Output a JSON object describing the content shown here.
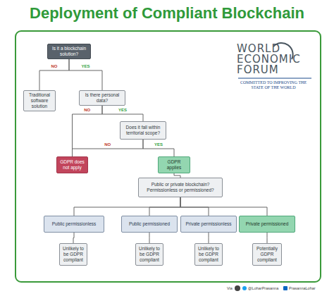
{
  "diagram": {
    "title": "Deployment of Compliant Blockchain",
    "nodes": [
      {
        "text": [
          "Is it a blockchain solution?"
        ]
      },
      {
        "text": [
          "Traditional software solution"
        ]
      },
      {
        "text": [
          "Is there personal data?"
        ]
      },
      {
        "text": [
          "Does it fall within territorial scope?"
        ]
      },
      {
        "text": [
          "GDPR does not apply"
        ]
      },
      {
        "text": [
          "GDPR applies"
        ]
      },
      {
        "text": [
          "Public or private blockchain? Permissionless or permissioned?"
        ]
      },
      {
        "text": [
          "Public permissionless"
        ]
      },
      {
        "text": [
          "Public permissioned"
        ]
      },
      {
        "text": [
          "Private permissionless"
        ]
      },
      {
        "text": [
          "Private permissioned"
        ]
      },
      {
        "text": [
          "Unlikely to be GDPR compliant"
        ]
      },
      {
        "text": [
          "Unlikely to be GDPR compliant"
        ]
      },
      {
        "text": [
          "Unlikely to be GDPR compliant"
        ]
      },
      {
        "text": [
          "Potentially GDPR compliant"
        ]
      }
    ],
    "edges": [
      {
        "from": 0,
        "to": 1,
        "label": "NO",
        "arrow": "none"
      },
      {
        "from": 0,
        "to": 2,
        "label": "YES",
        "arrow": "none"
      },
      {
        "from": 2,
        "to": 4,
        "label": "NO",
        "arrow": "none"
      },
      {
        "from": 2,
        "to": 3,
        "label": "YES",
        "arrow": "none"
      },
      {
        "from": 3,
        "to": 4,
        "label": "NO",
        "arrow": "none"
      },
      {
        "from": 3,
        "to": 5,
        "label": "YES",
        "arrow": "none"
      },
      {
        "from": 5,
        "to": 6,
        "arrow": "none"
      },
      {
        "from": 6,
        "to": 7,
        "arrow": "none"
      },
      {
        "from": 6,
        "to": 8,
        "arrow": "none"
      },
      {
        "from": 6,
        "to": 9,
        "arrow": "none"
      },
      {
        "from": 6,
        "to": 10,
        "arrow": "none"
      },
      {
        "from": 7,
        "to": 11,
        "arrow": "none"
      },
      {
        "from": 8,
        "to": 12,
        "arrow": "none"
      },
      {
        "from": 9,
        "to": 13,
        "arrow": "none"
      },
      {
        "from": 10,
        "to": 14,
        "arrow": "none"
      }
    ],
    "labels": [
      "WORLD ECONOMIC FORUM",
      "COMMITTED TO IMPROVING THE STATE OF THE WORLD",
      "Via",
      "@LoharPrasanna",
      "PrasannaLohar"
    ]
  }
}
